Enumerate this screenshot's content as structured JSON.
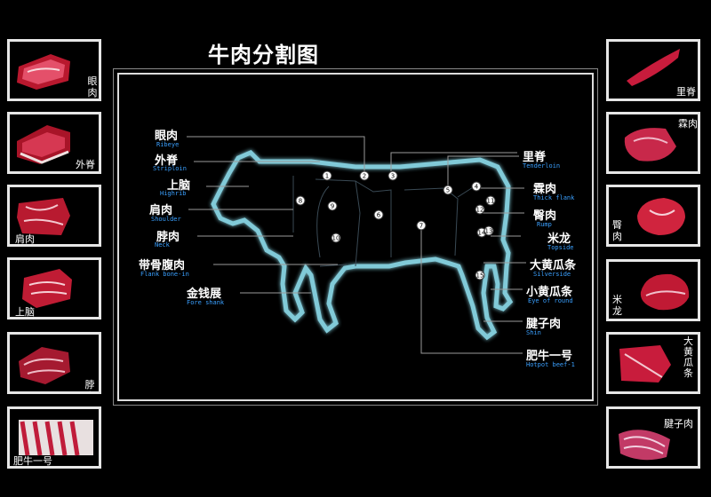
{
  "title": "牛肉分割图",
  "left_thumbs": [
    {
      "label": "眼\n肉"
    },
    {
      "label": "外脊"
    },
    {
      "label": "肩肉"
    },
    {
      "label": "上脑"
    },
    {
      "label": "脖肉"
    },
    {
      "label": "肥牛一号"
    }
  ],
  "right_thumbs": [
    {
      "label": "里脊"
    },
    {
      "label": "霖肉"
    },
    {
      "label": "臀\n肉"
    },
    {
      "label": "米\n龙"
    },
    {
      "label": "大\n黄\n瓜\n条"
    },
    {
      "label": "腱子肉"
    }
  ],
  "cuts_left": [
    {
      "zh": "眼肉",
      "en": "Ribeye"
    },
    {
      "zh": "外脊",
      "en": "Striploin"
    },
    {
      "zh": "上脑",
      "en": "Highrib"
    },
    {
      "zh": "肩肉",
      "en": "Shoulder"
    },
    {
      "zh": "脖肉",
      "en": "Neck"
    },
    {
      "zh": "带骨腹肉",
      "en": "Flank bone-in"
    },
    {
      "zh": "金钱展",
      "en": "Fore shank"
    }
  ],
  "cuts_right": [
    {
      "zh": "里脊",
      "en": "Tenderloin"
    },
    {
      "zh": "霖肉",
      "en": "Thick flank"
    },
    {
      "zh": "臀肉",
      "en": "Rump"
    },
    {
      "zh": "米龙",
      "en": "Topside"
    },
    {
      "zh": "大黄瓜条",
      "en": "Silverside"
    },
    {
      "zh": "小黄瓜条",
      "en": "Eye of round"
    },
    {
      "zh": "腱子肉",
      "en": "Shin"
    },
    {
      "zh": "肥牛一号",
      "en": "Hotpot beef-1"
    }
  ],
  "numbers": [
    "1",
    "2",
    "3",
    "4",
    "5",
    "6",
    "7",
    "8",
    "9",
    "10",
    "11",
    "12",
    "13",
    "14",
    "15"
  ],
  "colors": {
    "background": "#000000",
    "outline_glow": "#7fd6e8",
    "english_label": "#3aa0ff",
    "meat": "#c8283c"
  }
}
